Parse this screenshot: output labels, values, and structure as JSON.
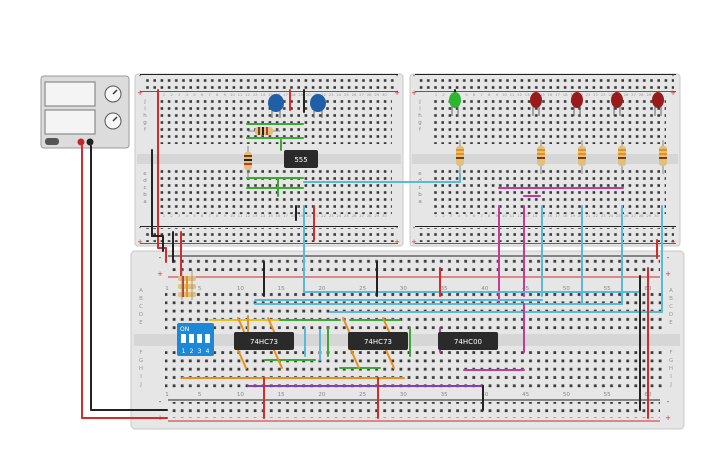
{
  "power_supply": {
    "name": "power-supply"
  },
  "chips": {
    "timer": "555",
    "ff1": "74HC73",
    "ff2": "74HC73",
    "nand": "74HC00"
  },
  "dip_switch": {
    "on_label": "ON",
    "numbers": [
      "1",
      "2",
      "3",
      "4"
    ]
  },
  "board_labels": {
    "row_letters_top": [
      "a",
      "b",
      "c",
      "d",
      "e"
    ],
    "row_letters_bottom": [
      "f",
      "g",
      "h",
      "i",
      "j"
    ],
    "col_numbers_large": [
      "1",
      "5",
      "10",
      "15",
      "20",
      "25",
      "30",
      "35",
      "40",
      "45",
      "50",
      "55",
      "60"
    ],
    "col_numbers_small": [
      "1",
      "2",
      "3",
      "4",
      "5",
      "6",
      "7",
      "8",
      "9",
      "10",
      "11",
      "12",
      "13",
      "14",
      "15",
      "16",
      "17",
      "18",
      "19",
      "20",
      "21",
      "22",
      "23",
      "24",
      "25",
      "26",
      "27",
      "28",
      "29",
      "30"
    ],
    "plus": "+",
    "minus": "-"
  },
  "leds": [
    {
      "color": "#2db52d"
    },
    {
      "color": "#9a1b1b"
    },
    {
      "color": "#9a1b1b"
    },
    {
      "color": "#9a1b1b"
    },
    {
      "color": "#9a1b1b"
    }
  ],
  "colors": {
    "wire_red": "#d42b2b",
    "wire_black": "#222222",
    "wire_blue": "#5ab9d6",
    "wire_green": "#3aaa35",
    "wire_orange": "#e8901e",
    "wire_purple": "#8a3ab9",
    "wire_magenta": "#c23a9a",
    "wire_yellow": "#e2c21e",
    "capacitor": "#1f5fa8",
    "dip": "#1e88d8"
  }
}
